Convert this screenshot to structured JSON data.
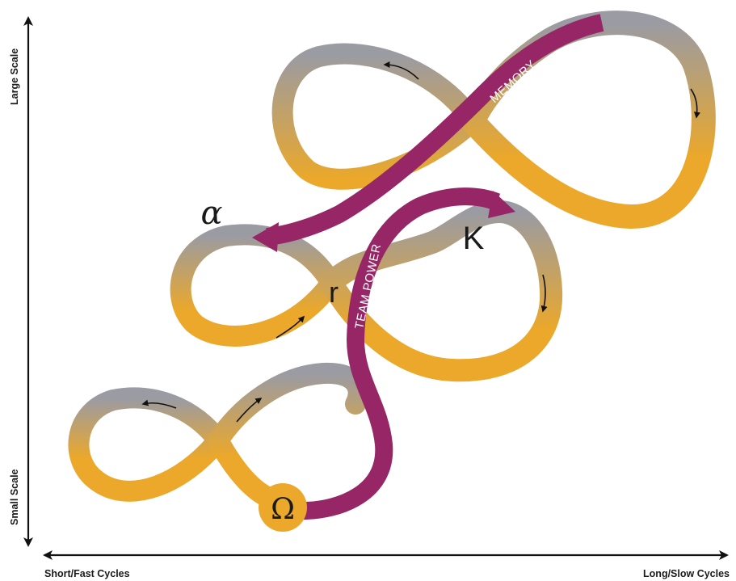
{
  "axes": {
    "y_top_label": "Large Scale",
    "y_bottom_label": "Small Scale",
    "x_left_label": "Short/Fast Cycles",
    "x_right_label": "Long/Slow Cycles"
  },
  "symbols": {
    "alpha": "α",
    "r": "r",
    "K": "K",
    "omega": "Ω"
  },
  "bands": {
    "memory": "MEMORY",
    "team_power": "TEAM POWER"
  },
  "colors": {
    "loop_gold": "#EBA82A",
    "loop_gray": "#9A9BA3",
    "band_purple": "#962666",
    "omega_circle": "#EBA82A",
    "axis": "#111111"
  }
}
